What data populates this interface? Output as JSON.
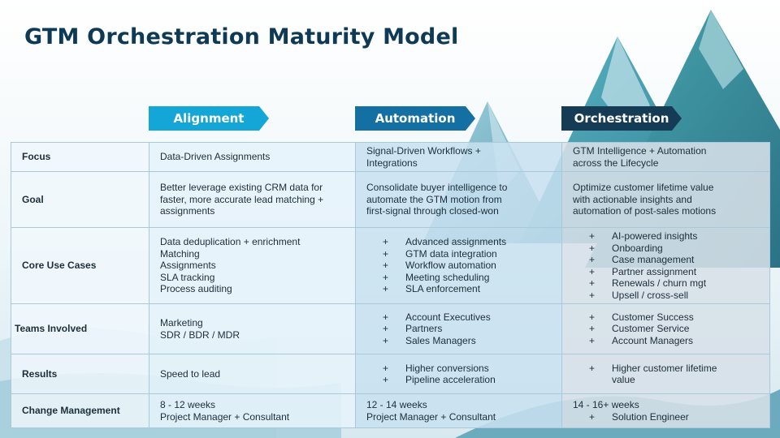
{
  "slide": {
    "title": "GTM Orchestration Maturity Model",
    "colors": {
      "title": "#0f3a55",
      "alignment": "#14a6d6",
      "automation": "#146fa2",
      "orchestration": "#163b55",
      "mountain": "#3f9bb3"
    }
  },
  "phases": [
    {
      "label": "Alignment"
    },
    {
      "label": "Automation"
    },
    {
      "label": "Orchestration"
    }
  ],
  "rows": {
    "focus": {
      "label": "Focus",
      "alignment": [
        "Data-Driven Assignments"
      ],
      "automation": [
        "Signal-Driven Workflows +",
        "Integrations"
      ],
      "orchestration": [
        "GTM Intelligence + Automation",
        "across the  Lifecycle"
      ]
    },
    "goal": {
      "label": "Goal",
      "alignment": [
        "Better leverage existing CRM data for",
        "faster, more accurate lead matching +",
        "assignments"
      ],
      "automation": [
        "Consolidate buyer intelligence to",
        "automate the GTM motion from",
        "first-signal through closed-won"
      ],
      "orchestration": [
        "Optimize customer lifetime value",
        "with actionable insights and",
        "automation of post-sales motions"
      ]
    },
    "core": {
      "label": "Core Use Cases",
      "alignment": [
        "Data deduplication + enrichment",
        "Matching",
        "Assignments",
        "SLA tracking",
        "Process auditing"
      ],
      "automation": [
        "Advanced assignments",
        "GTM data integration",
        "Workflow automation",
        "Meeting scheduling",
        "SLA enforcement"
      ],
      "orchestration": [
        "AI-powered insights",
        "Onboarding",
        "Case management",
        "Partner assignment",
        "Renewals / churn mgt",
        "Upsell / cross-sell"
      ]
    },
    "teams": {
      "label": "Teams Involved",
      "alignment": [
        "Marketing",
        "SDR / BDR / MDR"
      ],
      "automation": [
        "Account Executives",
        "Partners",
        "Sales Managers"
      ],
      "orchestration": [
        "Customer Success",
        "Customer Service",
        "Account Managers"
      ]
    },
    "results": {
      "label": "Results",
      "alignment": [
        "Speed to lead"
      ],
      "automation": [
        "Higher conversions",
        "Pipeline acceleration"
      ],
      "orchestration": [
        "Higher customer lifetime value"
      ]
    },
    "change": {
      "label": "Change Management",
      "alignment": [
        "8 - 12 weeks",
        "Project Manager + Consultant"
      ],
      "automation": [
        "12 - 14 weeks",
        "Project Manager + Consultant"
      ],
      "orchestration_lines": [
        "14 - 16+ weeks"
      ],
      "orchestration_bullets": [
        "Solution Engineer"
      ]
    }
  }
}
